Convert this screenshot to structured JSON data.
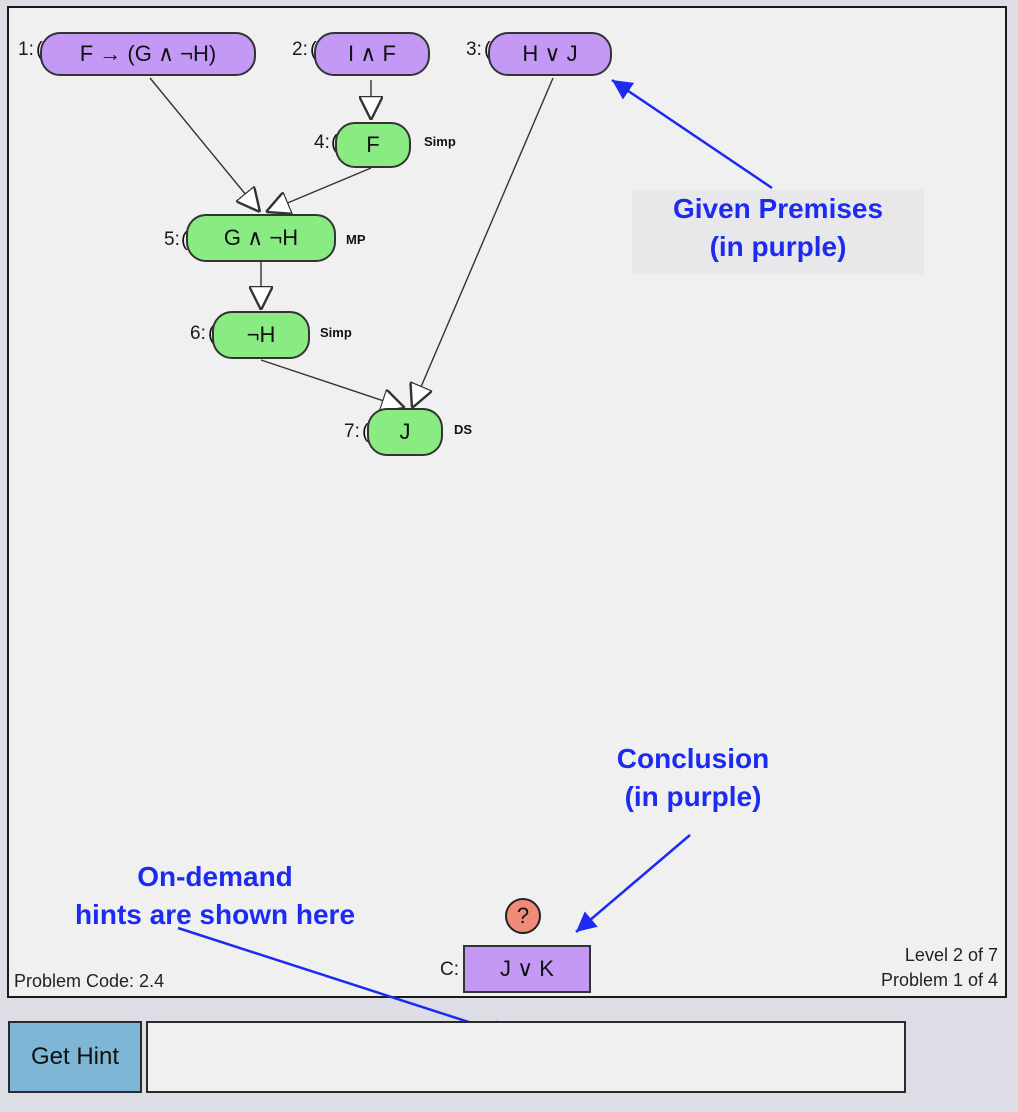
{
  "nodes": [
    {
      "id": "1",
      "label": "1:",
      "formula": "F → (G ∧ ¬H)",
      "kind": "premise",
      "rule": ""
    },
    {
      "id": "2",
      "label": "2:",
      "formula": "I ∧ F",
      "kind": "premise",
      "rule": ""
    },
    {
      "id": "3",
      "label": "3:",
      "formula": "H ∨ J",
      "kind": "premise",
      "rule": ""
    },
    {
      "id": "4",
      "label": "4:",
      "formula": "F",
      "kind": "derived",
      "rule": "Simp"
    },
    {
      "id": "5",
      "label": "5:",
      "formula": "G ∧ ¬H",
      "kind": "derived",
      "rule": "MP"
    },
    {
      "id": "6",
      "label": "6:",
      "formula": "¬H",
      "kind": "derived",
      "rule": "Simp"
    },
    {
      "id": "7",
      "label": "7:",
      "formula": "J",
      "kind": "derived",
      "rule": "DS"
    }
  ],
  "conclusion": {
    "label": "C:",
    "formula": "J ∨ K"
  },
  "help_icon": {
    "symbol": "?",
    "icon": "question-mark-icon"
  },
  "annotations": {
    "premises": {
      "line1": "Given Premises",
      "line2": "(in purple)"
    },
    "conclusion": {
      "line1": "Conclusion",
      "line2": "(in purple)"
    },
    "hints": {
      "line1": "On-demand",
      "line2": "hints are shown here"
    }
  },
  "status": {
    "problem_code": "Problem Code: 2.4",
    "level": "Level 2 of 7",
    "problem": "Problem 1 of 4"
  },
  "hint_button": {
    "label": "Get Hint"
  },
  "hint_box": {
    "text": ""
  },
  "colors": {
    "premise": "#c499f5",
    "derived": "#88ec82",
    "annotation": "#1c2bef",
    "help": "#f08b78",
    "hint_button": "#7fb6d6"
  }
}
